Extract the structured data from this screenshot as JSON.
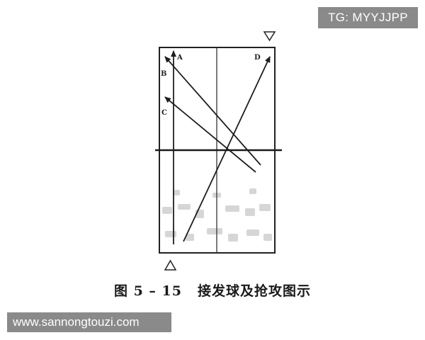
{
  "watermarks": {
    "top": "TG: MYYJJPP",
    "bottom": "www.sannongtouzi.com"
  },
  "caption": {
    "figure_number": "图 5 – 15",
    "title": "接发球及抢攻图示"
  },
  "diagram": {
    "point_labels": {
      "A": "A",
      "B": "B",
      "C": "C",
      "D": "D"
    },
    "markers": {
      "server": "server-triangle-down",
      "receiver": "receiver-triangle-up"
    },
    "colors": {
      "line": "#1e1e1e",
      "table_border": "#222222",
      "texture": "#c9c9c9"
    }
  }
}
